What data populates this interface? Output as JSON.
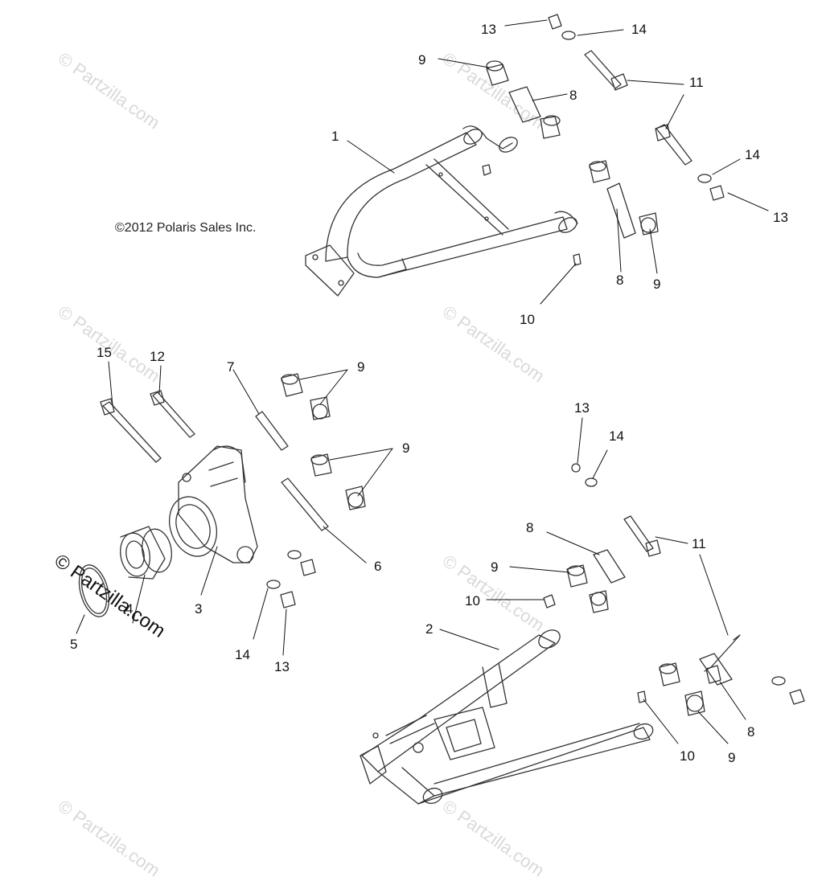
{
  "copyright": "©2012 Polaris Sales Inc.",
  "watermark": "© Partzilla.com",
  "brand": "© Partzilla.com",
  "callouts": [
    "13",
    "14",
    "9",
    "11",
    "8",
    "1",
    "14",
    "13",
    "8",
    "9",
    "10",
    "15",
    "12",
    "7",
    "9",
    "9",
    "13",
    "14",
    "6",
    "8",
    "11",
    "9",
    "10",
    "3",
    "4",
    "5",
    "14",
    "13",
    "2",
    "10",
    "9",
    "8"
  ]
}
